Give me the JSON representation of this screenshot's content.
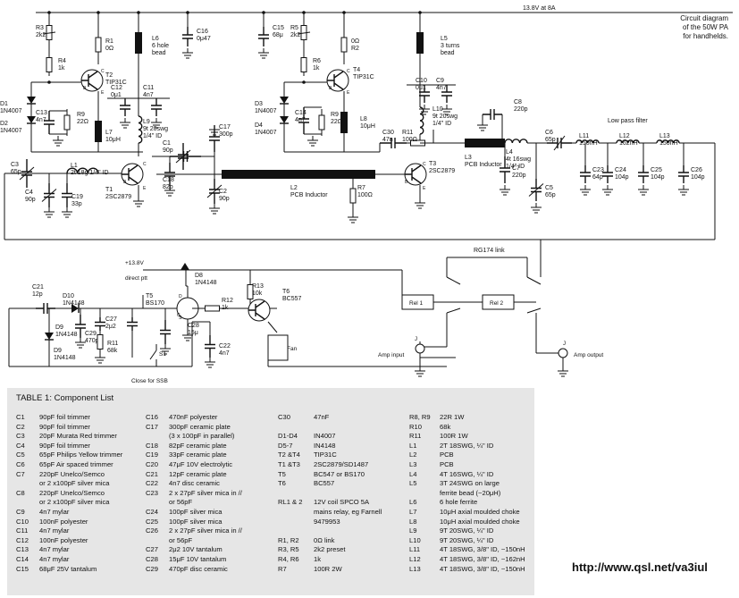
{
  "caption": {
    "lines": [
      "Circuit diagram",
      "of the 50W PA",
      "for handhelds."
    ]
  },
  "supply": {
    "main": "13.8V at 8A",
    "plus": "+13.8V"
  },
  "labels": {
    "r3": [
      "R3",
      "2k2"
    ],
    "r4": [
      "R4",
      "1k"
    ],
    "r1": [
      "R1",
      "0Ω"
    ],
    "t2": [
      "T2",
      "TIP31C"
    ],
    "l6": [
      "L6",
      "6 hole",
      "bead"
    ],
    "c16": [
      "C16",
      "0μ47"
    ],
    "d1": [
      "D1",
      "1N4007"
    ],
    "d2": [
      "D2",
      "1N4007"
    ],
    "c13": [
      "C13",
      "4n7"
    ],
    "r9a": [
      "R9",
      "22Ω"
    ],
    "c12": [
      "C12",
      "0μ1"
    ],
    "c11": [
      "C11",
      "4n7"
    ],
    "l7": [
      "L7",
      "10μH"
    ],
    "l9": [
      "L9",
      "9t 20swg",
      "1/4\" ID"
    ],
    "c17": [
      "C17",
      "300p"
    ],
    "c1": [
      "C1",
      "90p"
    ],
    "c18": [
      "C18",
      "82p"
    ],
    "c2": [
      "C2",
      "90p"
    ],
    "c3": [
      "C3",
      "65p"
    ],
    "c4": [
      "C4",
      "90p"
    ],
    "l1": [
      "L1",
      "2t 18g 1/4\" ID"
    ],
    "c19": [
      "C19",
      "33p"
    ],
    "t1": [
      "T1",
      "2SC2879"
    ],
    "r5": [
      "R5",
      "2k2"
    ],
    "c15": [
      "C15",
      "68μ"
    ],
    "r2": [
      "0Ω",
      "R2"
    ],
    "r6": [
      "R6",
      "1k"
    ],
    "t4": [
      "T4",
      "TIP31C"
    ],
    "l5": [
      "L5",
      "3 turns",
      "bead"
    ],
    "d3": [
      "D3",
      "1N4007"
    ],
    "d4": [
      "D4",
      "1N4007"
    ],
    "c14": [
      "C14",
      "4n7"
    ],
    "r9b": [
      "R9",
      "22Ω"
    ],
    "l8": [
      "L8",
      "10μH"
    ],
    "c10": [
      "C10",
      "0μ1"
    ],
    "c9": [
      "C9",
      "4n7"
    ],
    "l10": [
      "L10",
      "9t 20swg",
      "1/4\" ID"
    ],
    "c30": [
      "C30",
      "47n"
    ],
    "r11": [
      "R11",
      "100Ω"
    ],
    "l3": [
      "L3",
      "PCB Inductor"
    ],
    "t3": [
      "T3",
      "2SC2879"
    ],
    "r7": [
      "R7",
      "100Ω"
    ],
    "l2": [
      "L2",
      "PCB Inductor"
    ],
    "c8": [
      "C8",
      "220p"
    ],
    "l4": [
      "L4",
      "4t 16swg",
      "1/4\" ID"
    ],
    "c7": [
      "C7",
      "220p"
    ],
    "c6": [
      "C6",
      "65p"
    ],
    "c5": [
      "C5",
      "65p"
    ],
    "lpf": "Low pass filter",
    "l11": [
      "L11",
      "150nH"
    ],
    "l12": [
      "L12",
      "162nH"
    ],
    "l13": [
      "L13",
      "150nH"
    ],
    "c23": [
      "C23",
      "64p"
    ],
    "c24": [
      "C24",
      "104p"
    ],
    "c25": [
      "C25",
      "104p"
    ],
    "c26": [
      "C26",
      "104p"
    ],
    "rg174": "RG174 link",
    "c21": [
      "C21",
      "12p"
    ],
    "d10": [
      "D10",
      "1N4148"
    ],
    "d9": [
      "D9",
      "1N4148"
    ],
    "c29": [
      "C29",
      "470p"
    ],
    "c27": [
      "C27",
      "2μ2"
    ],
    "r11b": [
      "R11",
      "68k"
    ],
    "t5": [
      "T5",
      "BS170"
    ],
    "c28": [
      "C28",
      "15μ"
    ],
    "s1": "S1",
    "ssb": "Close for SSB",
    "direct": "direct ptt",
    "d8": [
      "D8",
      "1N4148"
    ],
    "r13": [
      "R13",
      "10k"
    ],
    "r12": [
      "R12",
      "1k"
    ],
    "t6": [
      "T6",
      "BC557"
    ],
    "c22": [
      "C22",
      "4n7"
    ],
    "fan": "Fan",
    "rel1": "Rel 1",
    "rel2": "Rel 2",
    "j": "J",
    "amp_in": "Amp input",
    "amp_out": "Amp output",
    "pin_d": "D",
    "pin_s": "S",
    "pin_g": "G",
    "pin_b": "B",
    "pin_c": "C",
    "pin_e": "E"
  },
  "table": {
    "title": "TABLE 1: Component List",
    "columns": [
      [
        [
          "C1",
          "90pF foil trimmer"
        ],
        [
          "C2",
          "90pF foil trimmer"
        ],
        [
          "C3",
          "20pF Murata Red trimmer"
        ],
        [
          "C4",
          "90pF foil trimmer"
        ],
        [
          "C5",
          "65pF Philips Yellow trimmer"
        ],
        [
          "C6",
          "65pF Air spaced trimmer"
        ],
        [
          "C7",
          "220pF Unelco/Semco"
        ],
        [
          "",
          "or 2 x100pF silver mica"
        ],
        [
          "C8",
          "220pF Unelco/Semco"
        ],
        [
          "",
          "or 2 x100pF silver mica"
        ],
        [
          "C9",
          "4n7 mylar"
        ],
        [
          "C10",
          "100nF polyester"
        ],
        [
          "C11",
          "4n7 mylar"
        ],
        [
          "C12",
          "100nF polyester"
        ],
        [
          "C13",
          "4n7 mylar"
        ],
        [
          "C14",
          "4n7 mylar"
        ],
        [
          "C15",
          "68μF 25V tantalum"
        ]
      ],
      [
        [
          "C16",
          "470nF polyester"
        ],
        [
          "C17",
          "300pF ceramic plate"
        ],
        [
          "",
          "(3 x 100pF in parallel)"
        ],
        [
          "C18",
          "82pF ceramic plate"
        ],
        [
          "C19",
          "33pF ceramic plate"
        ],
        [
          "C20",
          "47μF 10V electrolytic"
        ],
        [
          "C21",
          "12pF ceramic plate"
        ],
        [
          "C22",
          "4n7 disc ceramic"
        ],
        [
          "C23",
          "2 x 27pF silver mica in //"
        ],
        [
          "",
          "or 56pF"
        ],
        [
          "C24",
          "100pF silver mica"
        ],
        [
          "C25",
          "100pF silver mica"
        ],
        [
          "C26",
          "2 x 27pF silver mica in //"
        ],
        [
          "",
          "or 56pF"
        ],
        [
          "C27",
          "2μ2 10V tantalum"
        ],
        [
          "C28",
          "15μF 10V tantalum"
        ],
        [
          "C29",
          "470pF disc ceramic"
        ]
      ],
      [
        [
          "C30",
          "47nF"
        ],
        [
          "",
          ""
        ],
        [
          "D1-D4",
          "IN4007"
        ],
        [
          "D5-7",
          "IN4148"
        ],
        [
          "T2 &T4",
          "TIP31C"
        ],
        [
          "T1 &T3",
          "2SC2879/SD1487"
        ],
        [
          "T5",
          "BC547 or BS170"
        ],
        [
          "T6",
          "BC557"
        ],
        [
          "",
          ""
        ],
        [
          "RL1 & 2",
          "12V coil SPCO 5A"
        ],
        [
          "",
          "mains relay, eg Farnell"
        ],
        [
          "",
          "9479953"
        ],
        [
          "",
          ""
        ],
        [
          "R1, R2",
          "0Ω link"
        ],
        [
          "R3, R5",
          "2k2 preset"
        ],
        [
          "R4, R6",
          "1k"
        ],
        [
          "R7",
          "100R 2W"
        ]
      ],
      [
        [
          "R8, R9",
          "22R 1W"
        ],
        [
          "R10",
          "68k"
        ],
        [
          "R11",
          "100R 1W"
        ],
        [
          "L1",
          "2T 18SWG, ¼\" ID"
        ],
        [
          "L2",
          "PCB"
        ],
        [
          "L3",
          "PCB"
        ],
        [
          "L4",
          "4T 16SWG, ¼\" ID"
        ],
        [
          "L5",
          "3T 24SWG on large"
        ],
        [
          "",
          "ferrite bead (~20μH)"
        ],
        [
          "L6",
          "6 hole ferrite"
        ],
        [
          "L7",
          "10μH axial moulded choke"
        ],
        [
          "L8",
          "10μH axial moulded choke"
        ],
        [
          "L9",
          "9T 20SWG, ¼\" ID"
        ],
        [
          "L10",
          "9T 20SWG, ¼\" ID"
        ],
        [
          "L11",
          "4T 18SWG, 3/8\" ID, ~150nH"
        ],
        [
          "L12",
          "4T 18SWG, 3/8\" ID, ~162nH"
        ],
        [
          "L13",
          "4T 18SWG, 3/8\" ID, ~150nH"
        ]
      ]
    ]
  },
  "url": "http://www.qsl.net/va3iul"
}
